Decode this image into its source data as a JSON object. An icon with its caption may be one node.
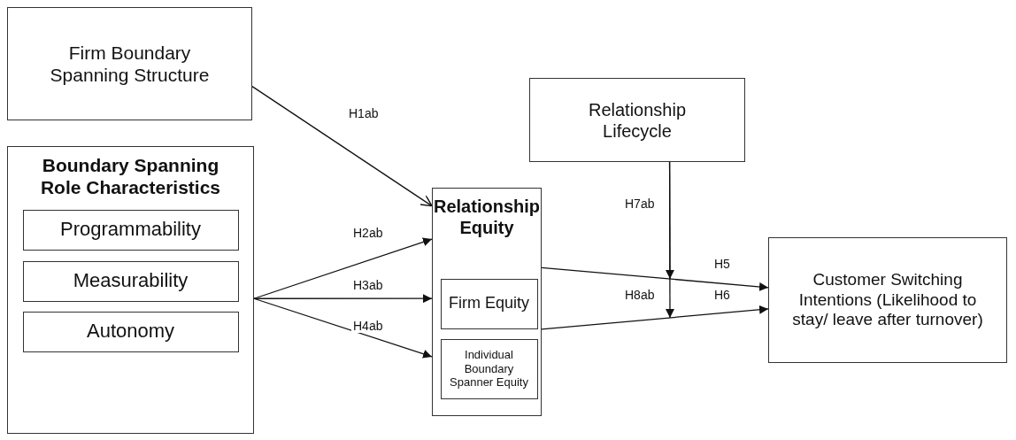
{
  "diagram": {
    "nodes": [
      {
        "text": [
          "Firm Boundary Spanning Structure"
        ]
      },
      {
        "text": [
          "Boundary Spanning Role Characteristics"
        ]
      },
      {
        "text": [
          "Programmability"
        ],
        "in": 1
      },
      {
        "text": [
          "Measurability"
        ],
        "in": 1
      },
      {
        "text": [
          "Autonomy"
        ],
        "in": 1
      },
      {
        "text": [
          "Relationship Equity"
        ]
      },
      {
        "text": [
          "Firm Equity"
        ],
        "in": 5
      },
      {
        "text": [
          "Individual Boundary Spanner Equity"
        ],
        "in": 5
      },
      {
        "text": [
          "Relationship Lifecycle"
        ]
      },
      {
        "text": [
          "Customer Switching Intentions (Likelihood to stay/ leave after turnover)"
        ]
      }
    ],
    "edges": [
      {
        "from": 0,
        "to": 5,
        "arrow": "to",
        "label": "H1ab"
      },
      {
        "from": 1,
        "to": 5,
        "arrow": "to",
        "label": "H2ab"
      },
      {
        "from": 1,
        "to": 5,
        "arrow": "to",
        "label": "H3ab"
      },
      {
        "from": 1,
        "to": 5,
        "arrow": "to",
        "label": "H4ab"
      },
      {
        "from": 5,
        "to": 9,
        "arrow": "to",
        "label": "H5"
      },
      {
        "from": 5,
        "to": 9,
        "arrow": "to",
        "label": "H6"
      },
      {
        "from": 8,
        "to": null,
        "arrow": "to",
        "label": "H7ab"
      },
      {
        "from": 8,
        "to": null,
        "arrow": "to",
        "label": "H8ab"
      }
    ]
  }
}
